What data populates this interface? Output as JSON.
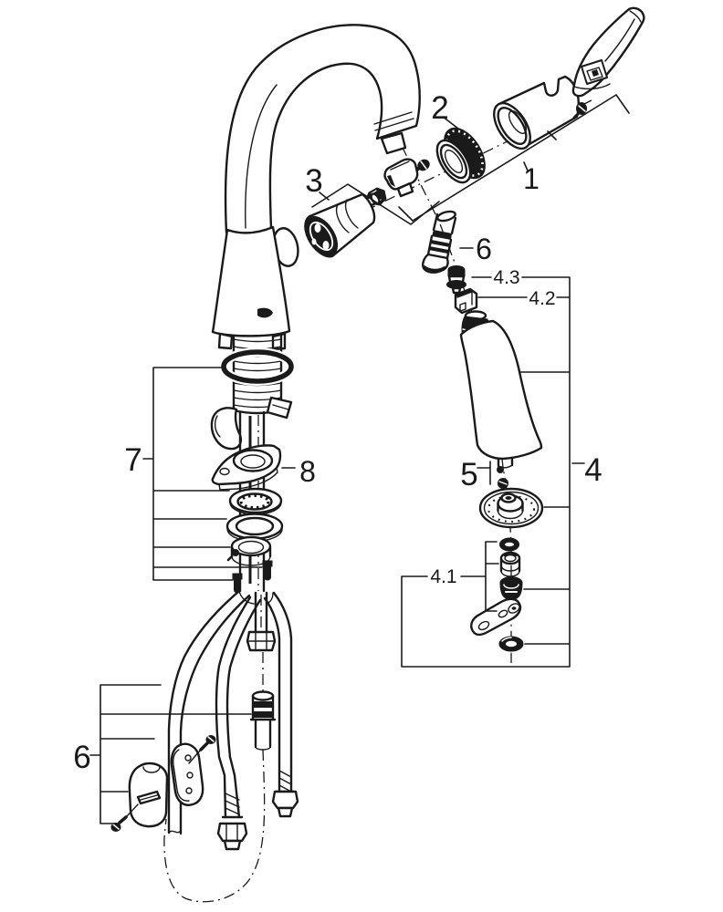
{
  "colors": {
    "line": "#1a1a1a",
    "background": "#ffffff"
  },
  "labels": {
    "l1": {
      "text": "1"
    },
    "l2": {
      "text": "2"
    },
    "l3": {
      "text": "3"
    },
    "l4": {
      "text": "4"
    },
    "l41": {
      "text": "4.1"
    },
    "l42": {
      "text": "4.2"
    },
    "l43": {
      "text": "4.3"
    },
    "l5": {
      "text": "5"
    },
    "l6a": {
      "text": "6"
    },
    "l6b": {
      "text": "6"
    },
    "l7": {
      "text": "7"
    },
    "l8": {
      "text": "8"
    }
  }
}
